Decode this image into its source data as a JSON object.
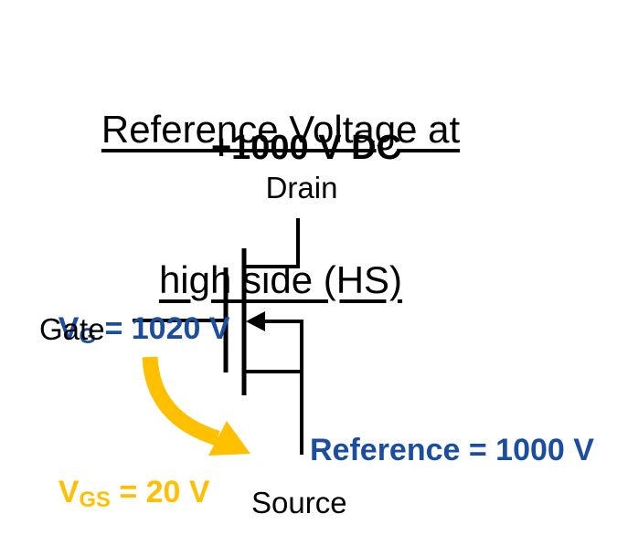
{
  "colors": {
    "blue": "#1B4E9E",
    "yellow": "#FFC000",
    "line": "#000000",
    "text": "#000000",
    "background": "#FFFFFF"
  },
  "title": {
    "line1": "Reference Voltage at",
    "line2": "high side (HS)"
  },
  "labels": {
    "supply": "+1000 V DC",
    "drain": "Drain",
    "gate": "Gate",
    "source": "Source",
    "reference": "Reference = 1000 V"
  },
  "annotations": {
    "gate_voltage": {
      "symbol": "V",
      "subscript": "G",
      "value": " = 1020 V"
    },
    "gate_source_voltage": {
      "symbol": "V",
      "subscript": "GS",
      "value": " = 20 V"
    }
  },
  "icons": {
    "mosfet": "n-channel-mosfet-symbol",
    "flow_arrow": "curved-arrow-gate-to-source"
  }
}
